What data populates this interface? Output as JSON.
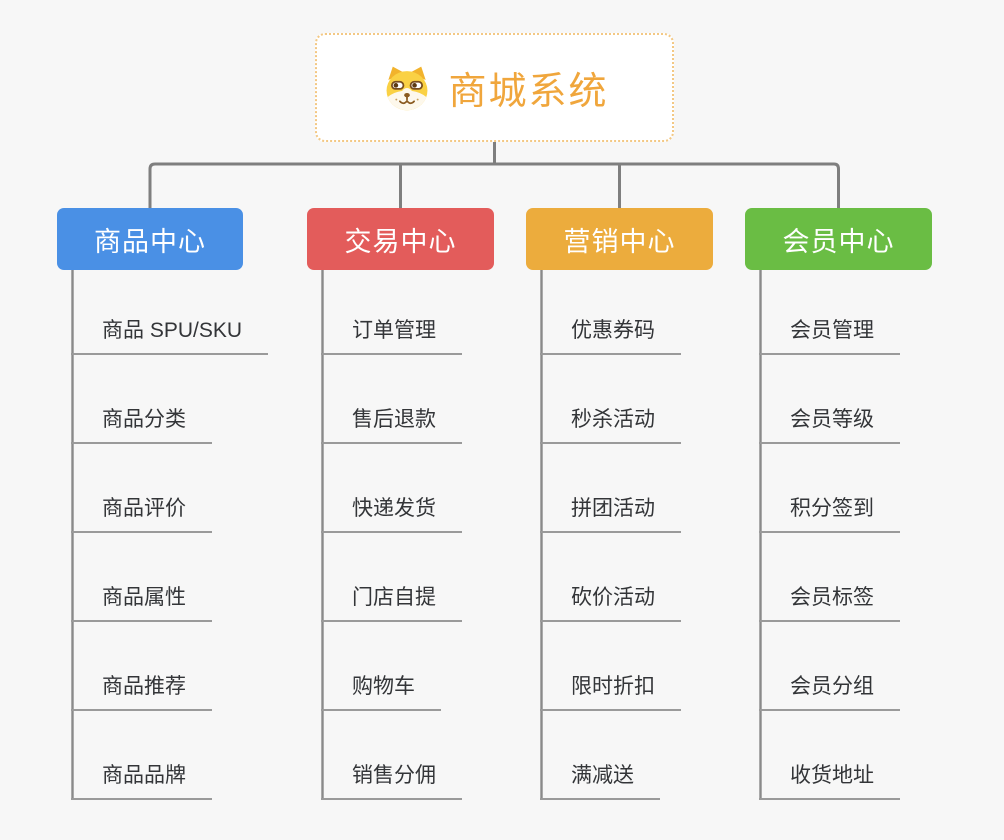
{
  "canvas": {
    "background": "#F7F7F7",
    "connector_color": "#7F7F7F",
    "underline_color": "#9A9A9A"
  },
  "root": {
    "title": "商城系统",
    "icon": "dog-face-icon",
    "text_color": "#F0A63C",
    "border_color": "#F3C884"
  },
  "branches": [
    {
      "label": "商品中心",
      "color": "#4A90E5",
      "items": [
        "商品 SPU/SKU",
        "商品分类",
        "商品评价",
        "商品属性",
        "商品推荐",
        "商品品牌"
      ]
    },
    {
      "label": "交易中心",
      "color": "#E35C5B",
      "items": [
        "订单管理",
        "售后退款",
        "快递发货",
        "门店自提",
        "购物车",
        "销售分佣"
      ]
    },
    {
      "label": "营销中心",
      "color": "#ECAC3D",
      "items": [
        "优惠券码",
        "秒杀活动",
        "拼团活动",
        "砍价活动",
        "限时折扣",
        "满减送"
      ]
    },
    {
      "label": "会员中心",
      "color": "#6ABD44",
      "items": [
        "会员管理",
        "会员等级",
        "积分签到",
        "会员标签",
        "会员分组",
        "收货地址"
      ]
    }
  ]
}
